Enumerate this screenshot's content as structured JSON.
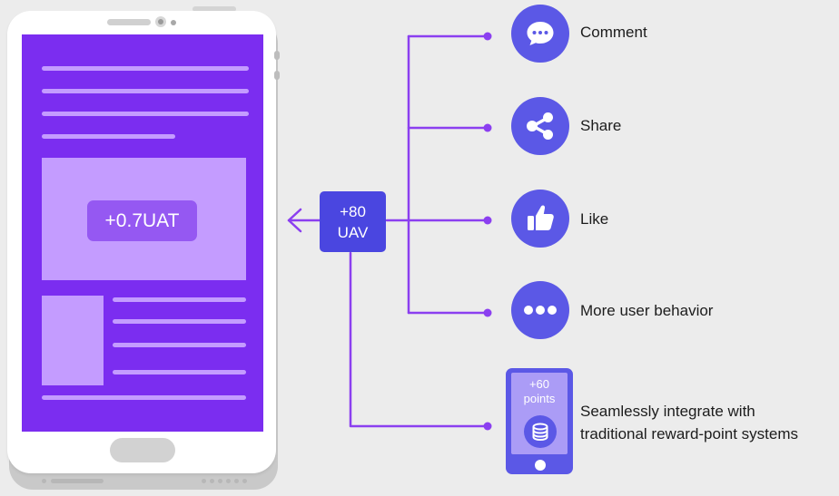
{
  "phone": {
    "reward_badge": "+0.7UAT"
  },
  "uav_box": {
    "line1": "+80",
    "line2": "UAV"
  },
  "behaviors": [
    {
      "label": "Comment",
      "icon": "comment-icon"
    },
    {
      "label": "Share",
      "icon": "share-icon"
    },
    {
      "label": "Like",
      "icon": "thumbs-up-icon"
    },
    {
      "label": "More user behavior",
      "icon": "more-dots-icon"
    }
  ],
  "points_system": {
    "amount": "+60",
    "unit": "points",
    "icon": "coin-stack-icon",
    "label_line1": "Seamlessly integrate with",
    "label_line2": "traditional reward-point systems"
  },
  "colors": {
    "screen": "#7b2df0",
    "screen_element": "#c49cff",
    "connector": "#8b3ff0",
    "icon_circle": "#5b58e6",
    "uav_box": "#4a46e0"
  }
}
